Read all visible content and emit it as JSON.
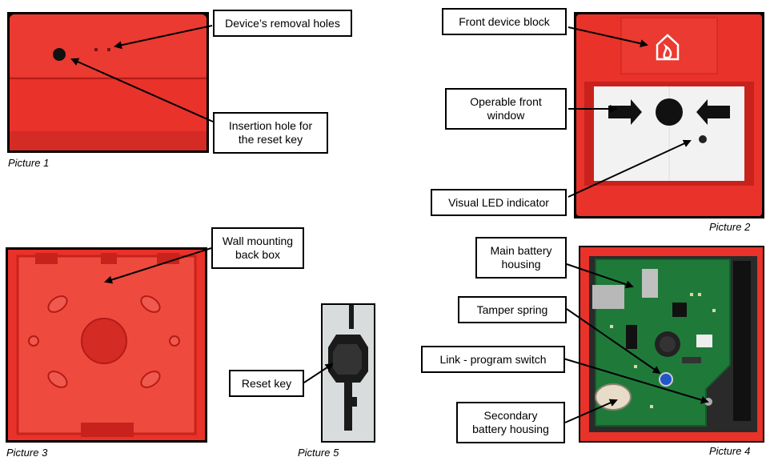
{
  "callouts": {
    "removal_holes": "Device’s removal holes",
    "insertion_line1": "Insertion hole for",
    "insertion_line2": "the reset key",
    "front_block": "Front device block",
    "front_window_line1": "Operable front",
    "front_window_line2": "window",
    "led": "Visual LED indicator",
    "wall_line1": "Wall mounting",
    "wall_line2": "back box",
    "reset_key": "Reset key",
    "main_battery_line1": "Main battery",
    "main_battery_line2": "housing",
    "tamper": "Tamper spring",
    "link": "Link - program switch",
    "secondary_line1": "Secondary",
    "secondary_line2": "battery housing"
  },
  "captions": {
    "p1": "Picture 1",
    "p2": "Picture 2",
    "p3": "Picture 3",
    "p4": "Picture 4",
    "p5": "Picture 5"
  },
  "colors": {
    "device_red": "#e8322a",
    "device_dark_red": "#c9221c",
    "pcb_green": "#1f7a3a",
    "window_white": "#f2f2f2"
  }
}
